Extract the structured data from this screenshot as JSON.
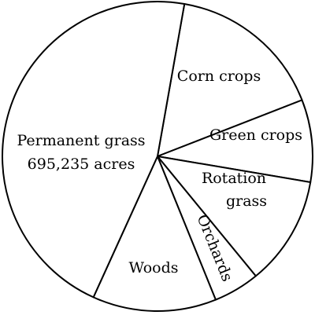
{
  "chart_data": {
    "type": "pie",
    "title": "",
    "slices": [
      {
        "label": "Corn crops",
        "value": 16.3
      },
      {
        "label": "Green crops",
        "value": 8.6
      },
      {
        "label": "Rotation grass",
        "value": 11.4
      },
      {
        "label": "Orchards",
        "value": 4.8
      },
      {
        "label": "Woods",
        "value": 12.9
      },
      {
        "label": "Permanent grass",
        "sublabel": "695,235 acres",
        "value": 46.0
      }
    ],
    "start_angle_deg": 10,
    "direction": "clockwise",
    "colors": {
      "fill": "#ffffff",
      "stroke": "#000000"
    }
  }
}
